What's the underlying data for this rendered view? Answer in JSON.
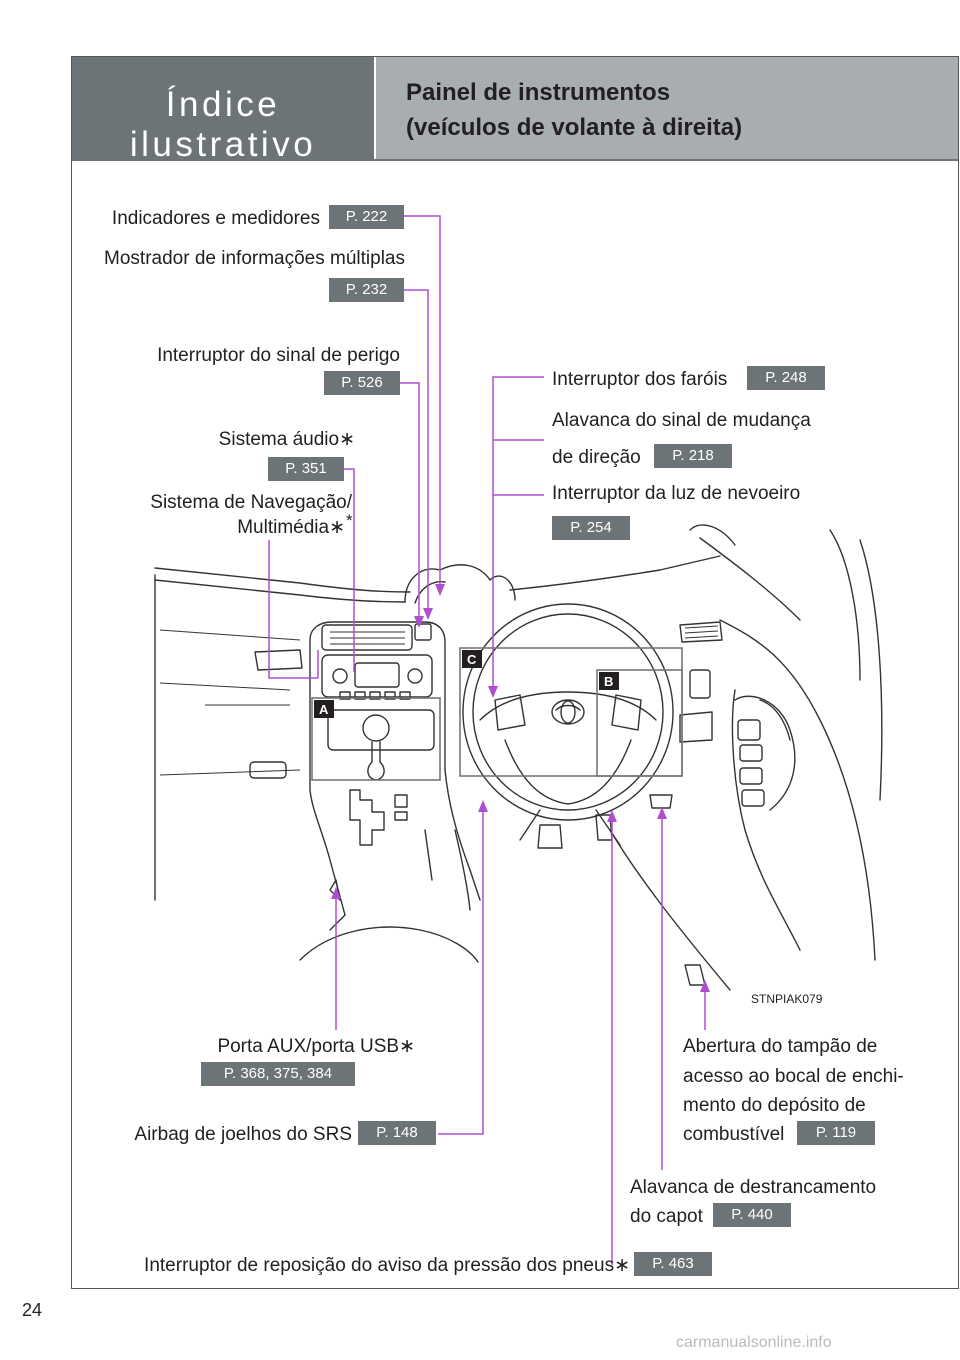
{
  "header": {
    "section": "Índice ilustrativo",
    "title_line1": "Painel de instrumentos",
    "title_line2": "(veículos de volante à direita)"
  },
  "labels": {
    "gauges": {
      "text": "Indicadores e medidores",
      "page": "P. 222"
    },
    "mid": {
      "text": "Mostrador de informações múltiplas",
      "page": "P. 232"
    },
    "hazard": {
      "text": "Interruptor do sinal de perigo",
      "page": "P. 526"
    },
    "audio": {
      "text": "Sistema áudio∗",
      "page": "P. 351"
    },
    "nav_line1": "Sistema de Navegação/",
    "nav_line2": "Multimédia∗",
    "nav_sup": "*",
    "headlight": {
      "text": "Interruptor dos faróis",
      "page": "P. 248"
    },
    "turn_line1": "Alavanca do sinal de mudança",
    "turn_line2": "de direção",
    "turn_page": "P. 218",
    "fog": {
      "text": "Interruptor da luz de nevoeiro",
      "page": "P. 254"
    },
    "aux": {
      "text": "Porta AUX/porta USB∗",
      "page": "P. 368, 375, 384"
    },
    "knee": {
      "text": "Airbag de joelhos do SRS",
      "page": "P. 148"
    },
    "fuel_line1": "Abertura do tampão de",
    "fuel_line2": "acesso ao bocal de enchi-",
    "fuel_line3": "mento do depósito de",
    "fuel_line4": "combustível",
    "fuel_page": "P. 119",
    "hood_line1": "Alavanca de destrancamento",
    "hood_line2": "do capot",
    "hood_page": "P. 440",
    "tire": {
      "text": "Interruptor de reposição do aviso da pressão dos pneus∗",
      "page": "P. 463"
    }
  },
  "diagram": {
    "tag_a": "A",
    "tag_b": "B",
    "tag_c": "C",
    "figure_code": "STNPIAK079"
  },
  "page_number": "24",
  "watermark": "carmanualsonline.info",
  "colors": {
    "header_dark": "#6d7478",
    "header_light": "#a7adb0",
    "leader": "#b04ed0",
    "badge": "#6d7478"
  }
}
